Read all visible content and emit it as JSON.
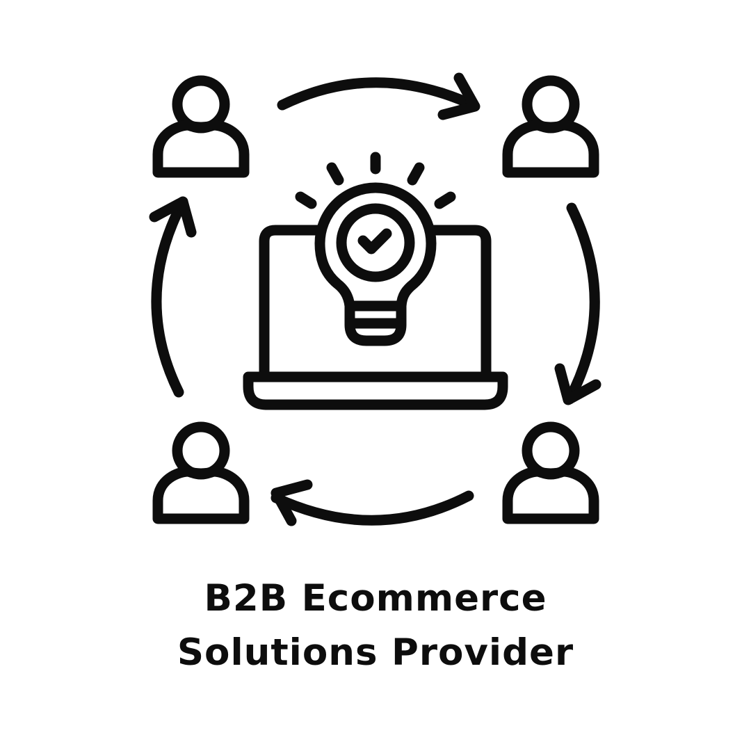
{
  "caption": {
    "line1": "B2B Ecommerce",
    "line2": "Solutions Provider"
  },
  "icons": {
    "people": [
      "person-icon",
      "person-icon",
      "person-icon",
      "person-icon"
    ],
    "center": "laptop-lightbulb-icon",
    "arrows": [
      "arrow-top",
      "arrow-right",
      "arrow-bottom",
      "arrow-left"
    ]
  },
  "colors": {
    "stroke": "#0d0d0d",
    "background": "#ffffff"
  }
}
